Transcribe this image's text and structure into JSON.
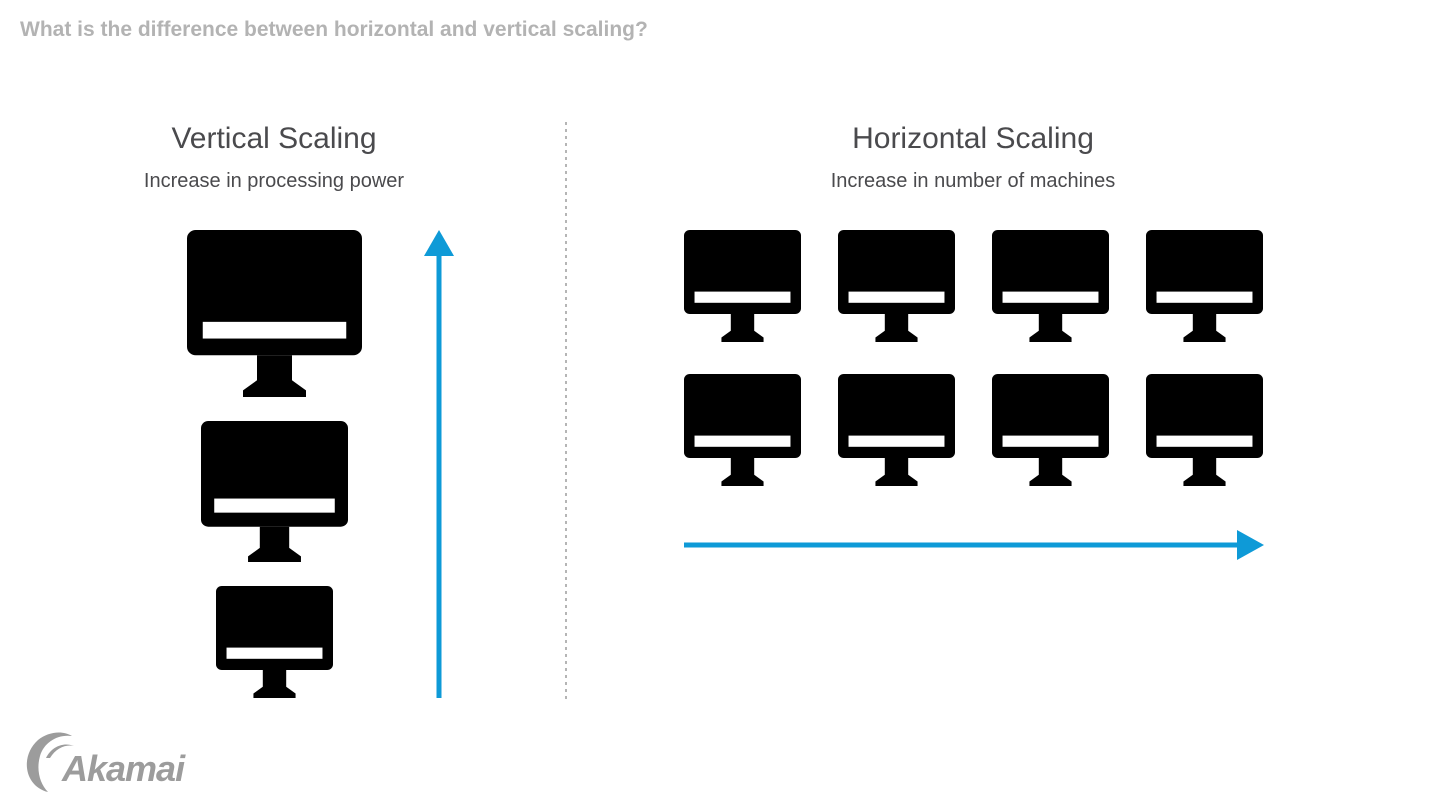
{
  "question": "What is the difference between horizontal and vertical scaling?",
  "vertical": {
    "title": "Vertical Scaling",
    "subtitle": "Increase in processing power",
    "machine_count": 3
  },
  "horizontal": {
    "title": "Horizontal Scaling",
    "subtitle": "Increase in number of machines",
    "machine_count": 8
  },
  "colors": {
    "arrow": "#0e9ad7",
    "icon": "#000000",
    "title_text": "#4a4a4d",
    "question_text": "#b3b3b3",
    "logo": "#9c9c9c"
  },
  "icons": {
    "machine": "monitor-icon",
    "logo": "akamai-logo"
  },
  "logo": {
    "text": "Akamai"
  }
}
